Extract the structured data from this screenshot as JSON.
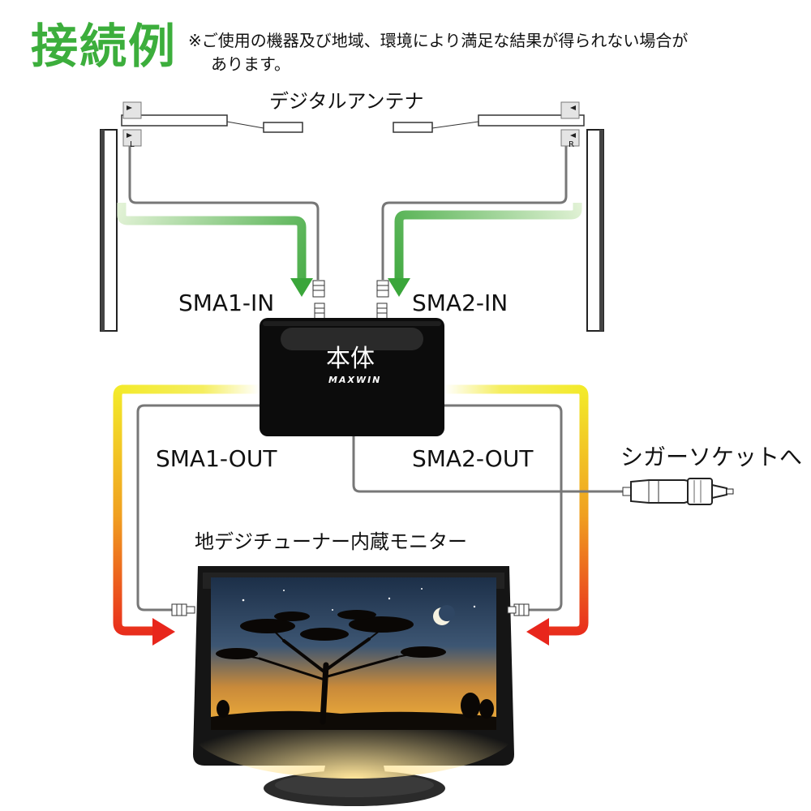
{
  "title": "接続例",
  "note": {
    "line1": "※ご使用の機器及び地域、環境により満足な結果が得られない場合が",
    "line2": "あります。"
  },
  "labels": {
    "antenna": "デジタルアンテナ",
    "sma1_in": "SMA1-IN",
    "sma2_in": "SMA2-IN",
    "unit": "本体",
    "brand": "MAXWIN",
    "sma1_out": "SMA1-OUT",
    "sma2_out": "SMA2-OUT",
    "cigar": "シガーソケットへ",
    "monitor": "地デジチューナー内蔵モニター",
    "antenna_left_mark": "L",
    "antenna_right_mark": "R"
  },
  "colors": {
    "title_green": "#3cae3c",
    "arrow_green": "#3aa63a",
    "arrow_yellow": "#f0e020",
    "arrow_red": "#e8261c",
    "cable_gray": "#777777",
    "unit_black": "#0c0c0c"
  }
}
